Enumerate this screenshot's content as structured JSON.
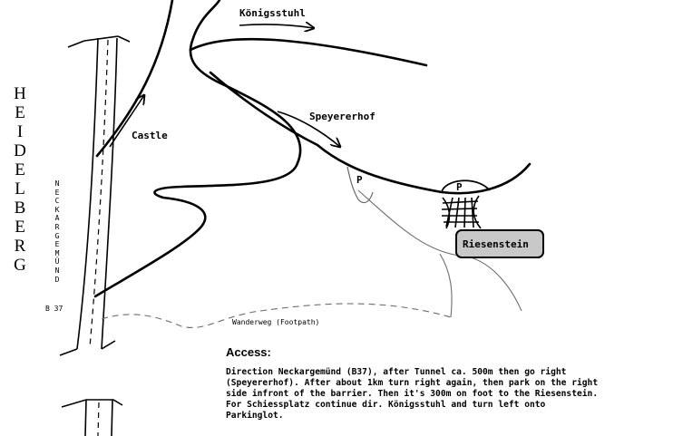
{
  "city": {
    "name": "HEIDELBERG",
    "letters": [
      "H",
      "E",
      "I",
      "D",
      "E",
      "L",
      "B",
      "E",
      "R",
      "G"
    ]
  },
  "road_side": {
    "name": "NECKARGEMÜND",
    "letters": [
      "N",
      "E",
      "C",
      "K",
      "A",
      "R",
      "G",
      "E",
      "M",
      "Ü",
      "N",
      "D"
    ],
    "road_number": "B 37"
  },
  "labels": {
    "konigsstuhl": "Königsstuhl",
    "speyererhof": "Speyererhof",
    "castle": "Castle",
    "parking_1": "P",
    "parking_2": "P",
    "riesenstein": "Riesenstein",
    "wanderweg": "Wanderweg (Footpath)"
  },
  "access": {
    "title": "Access:",
    "lines": [
      "Direction Neckargemünd (B37), after Tunnel ca. 500m then go right",
      "(Speyererhof). After about 1km turn right again, then park on the right",
      "side infront of the barrier. Then it's 300m on foot to the Riesenstein.",
      "For Schiessplatz continue dir. Königsstuhl and turn left onto",
      "Parkinglot."
    ]
  },
  "colors": {
    "ink": "#000000",
    "path": "#6e6e6e",
    "box": "#c8c8c8",
    "background": "#ffffff"
  }
}
